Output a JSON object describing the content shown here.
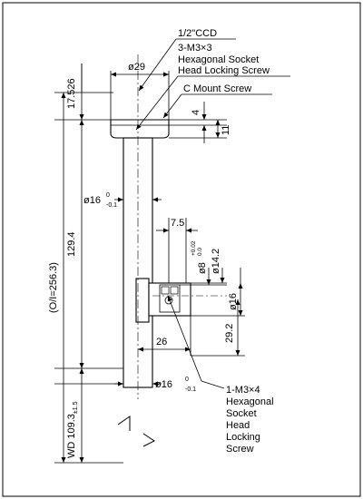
{
  "labels": {
    "ccd": "1/2\"CCD",
    "top_screw_1": "3-M3×3",
    "top_screw_2": "Hexagonal Socket",
    "top_screw_3": "Head Locking Screw",
    "cmount": "C Mount Screw",
    "bottom_screw_1": "1-M3×4",
    "bottom_screw_2": "Hexagonal",
    "bottom_screw_3": "Socket",
    "bottom_screw_4": "Head",
    "bottom_screw_5": "Locking",
    "bottom_screw_6": "Screw"
  },
  "dimensions": {
    "d29": "ø29",
    "d4": "4",
    "d11": "11",
    "d17": "17.526",
    "d1294": "129.4",
    "oi": "(O/I=256.3)",
    "wd_main": "WD 109.3",
    "wd_tol": "±1.5",
    "d16_top_main": "ø16",
    "d16_top_tol_up": "0",
    "d16_top_tol_low": "-0.1",
    "d75": "7.5",
    "d8_main": "ø8",
    "d8_tol_up": "+0.02",
    "d8_tol_low": "0.0",
    "d142": "ø14.2",
    "d16_side": "ø16",
    "d292": "29.2",
    "d26": "26",
    "d16_bot_main": "ø16",
    "d16_bot_tol_up": "0",
    "d16_bot_tol_low": "-0.1"
  }
}
